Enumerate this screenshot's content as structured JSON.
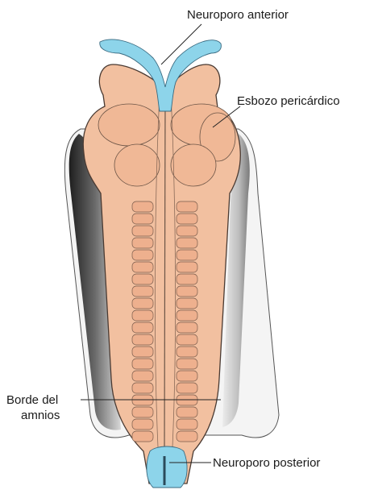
{
  "labels": {
    "neuroporo_anterior": "Neuroporo anterior",
    "esbozo_pericardico": "Esbozo pericárdico",
    "borde_del_amnios_line1": "Borde del",
    "borde_del_amnios_line2": "amnios",
    "neuroporo_posterior": "Neuroporo posterior"
  },
  "colors": {
    "embryo_skin": "#f2c0a0",
    "embryo_outline": "#4a3a32",
    "neuroporo_blue": "#8dd4ea",
    "amnion_gray": "#c8c8c8",
    "amnion_dark": "#3a3a3a"
  }
}
